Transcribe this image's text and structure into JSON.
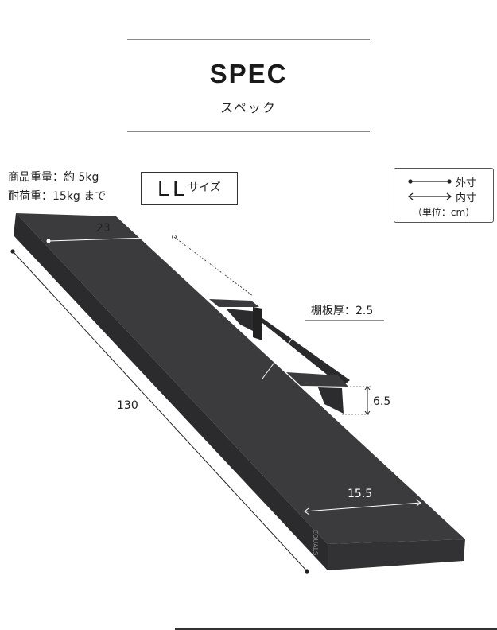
{
  "header": {
    "title": "SPEC",
    "subtitle": "スペック"
  },
  "specs": {
    "weight": "商品重量：約 5kg",
    "load": "耐荷重：15kg まで"
  },
  "size_label": {
    "main": "LL",
    "suffix": "サイズ"
  },
  "legend": {
    "outer": "外寸",
    "inner": "内寸",
    "unit": "（単位：cm）"
  },
  "dimensions": {
    "depth": "23",
    "length": "130",
    "shelf_thickness": "棚板厚：2.5",
    "bracket_height": "6.5",
    "inner_width": "15.5"
  },
  "product": {
    "engraving": "EQUALS",
    "color": "#3b3b3d"
  }
}
